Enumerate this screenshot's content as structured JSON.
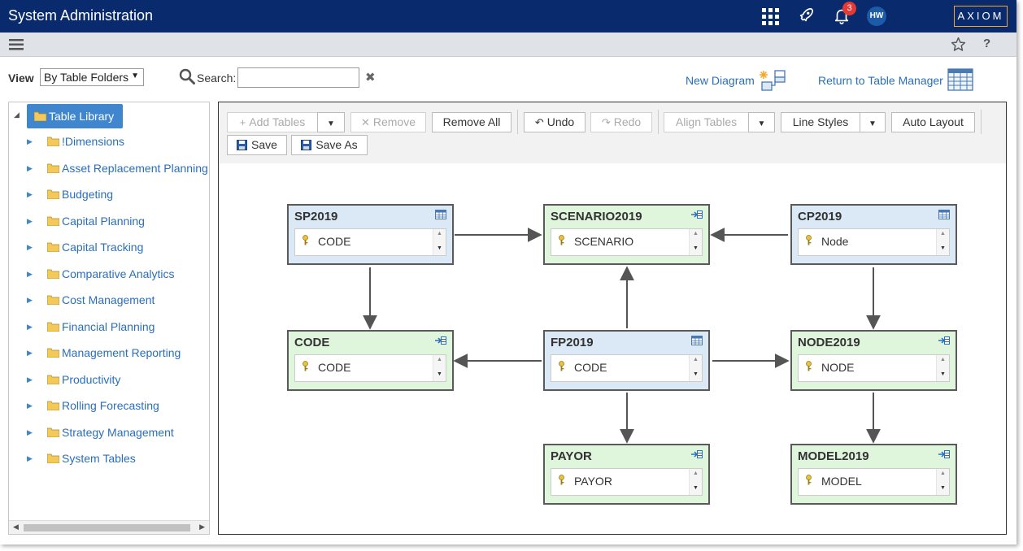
{
  "app": {
    "title": "System Administration",
    "notification_count": "3",
    "avatar_initials": "HW",
    "logo_text": "AXIOM"
  },
  "controls": {
    "view_label": "View",
    "view_value": "By Table Folders",
    "search_label": "Search:",
    "search_value": "",
    "search_placeholder": "",
    "new_diagram_label": "New Diagram",
    "return_label": "Return to Table Manager"
  },
  "tree": {
    "root_label": "Table Library",
    "items": [
      {
        "label": "!Dimensions"
      },
      {
        "label": "Asset Replacement Planning"
      },
      {
        "label": "Budgeting"
      },
      {
        "label": "Capital Planning"
      },
      {
        "label": "Capital Tracking"
      },
      {
        "label": "Comparative Analytics"
      },
      {
        "label": "Cost Management"
      },
      {
        "label": "Financial Planning"
      },
      {
        "label": "Management Reporting"
      },
      {
        "label": "Productivity"
      },
      {
        "label": "Rolling Forecasting"
      },
      {
        "label": "Strategy Management"
      },
      {
        "label": "System Tables"
      }
    ]
  },
  "toolbar": {
    "add_tables": "Add Tables",
    "remove": "Remove",
    "remove_all": "Remove All",
    "undo": "Undo",
    "redo": "Redo",
    "align_tables": "Align Tables",
    "line_styles": "Line Styles",
    "auto_layout": "Auto Layout",
    "save": "Save",
    "save_as": "Save As"
  },
  "diagram": {
    "tables": [
      {
        "name": "SP2019",
        "field": "CODE",
        "kind": "data"
      },
      {
        "name": "SCENARIO2019",
        "field": "SCENARIO",
        "kind": "reference"
      },
      {
        "name": "CP2019",
        "field": "Node",
        "kind": "data"
      },
      {
        "name": "CODE",
        "field": "CODE",
        "kind": "reference"
      },
      {
        "name": "FP2019",
        "field": "CODE",
        "kind": "data"
      },
      {
        "name": "NODE2019",
        "field": "NODE",
        "kind": "reference"
      },
      {
        "name": "PAYOR",
        "field": "PAYOR",
        "kind": "reference"
      },
      {
        "name": "MODEL2019",
        "field": "MODEL",
        "kind": "reference"
      }
    ]
  },
  "colors": {
    "header_bg": "#0a2a6e",
    "accent_orange": "#f5a623",
    "link_blue": "#2a6ebb",
    "data_table_bg": "#dbe9f7",
    "reference_table_bg": "#dff5dc"
  }
}
